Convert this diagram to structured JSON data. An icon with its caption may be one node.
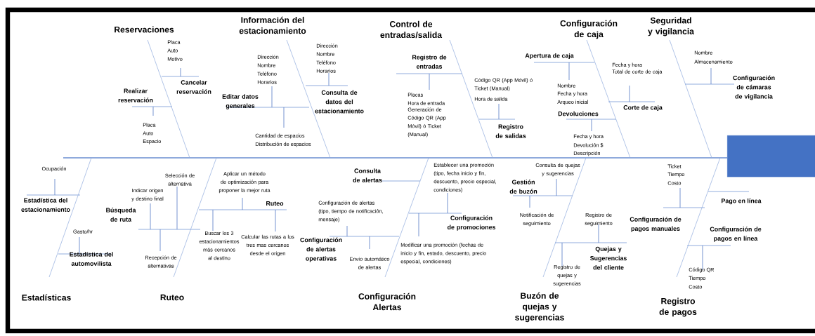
{
  "diagram": {
    "nodes": [
      {
        "text": [],
        "shape": "box"
      }
    ],
    "labels": [
      "Reservaciones",
      "Placa",
      "Auto",
      "Motivo",
      "Cancelar reservación",
      "Realizar reservación",
      "Placa",
      "Auto",
      "Espacio",
      "Información del estacionamiento",
      "Dirección",
      "Nombre",
      "Teléfono",
      "Horarios",
      "Dirección",
      "Nombre",
      "Teléfono",
      "Horarios",
      "Editar datos generales",
      "Consulta de datos del estacionamiento",
      "Cantidad de espacios",
      "Distribución de espacios",
      "Control de entradas/salida",
      "Registro de entradas",
      "Placas",
      "Hora de entrada",
      "Generación de Código QR (App Móvil) ó Ticket (Manual)",
      "Código QR (App Móvil) ó Ticket (Manual)",
      "Hora de salida",
      "Registro de salidas",
      "Configuración de caja",
      "Apertura de caja",
      "Nombre",
      "Fecha y hora",
      "Arqueo inicial",
      "Fecha y hora",
      "Total de corte de caja",
      "Devoluciones",
      "Corte de caja",
      "Fecha y hora",
      "Devolución $",
      "Descripción",
      "Seguridad y vigilancia",
      "Nombre",
      "Almacenamiento",
      "Configuración de cámaras de vigilancia",
      "Ocupación",
      "Estadística del estacionamiento",
      "Gasto/hr",
      "Estadística del automovilista",
      "Estadísticas",
      "Selección de alternativa",
      "Indicar origen y destino final",
      "Búsqueda de ruta",
      "Recepción de alternativas",
      "Ruteo",
      "Aplicar un método de optimización para proponer la mejor ruta",
      "Ruteo",
      "Buscar los 3 estacionamientos más cercanos al destino",
      "Calcular las rutas a los tres mas cercanos desde el origen",
      "Consulta de alertas",
      "Configuración de alertas (tipo, tiempo de notificación, mensaje)",
      "Configuración de alertas operativas",
      "Envío automático de alertas",
      "Configuración Alertas",
      "Establecer una promoción (tipo, fecha inicio y fin, descuento, precio especial, condiciones)",
      "Configuración de promociones",
      "Modificar una promoción (fechas de inicio y fin, estado, descuento, precio especial, condiciones)",
      "Consulta de quejas y sugerencias",
      "Gestión de buzón",
      "Notificación de seguimiento",
      "Registro de seguimiento",
      "Registro de quejas y sugerencias",
      "Quejas y Sugerencias del cliente",
      "Buzón de quejas y sugerencias",
      "Ticket",
      "Tiempo",
      "Costo",
      "Pago en línea",
      "Configuración de pagos manuales",
      "Configuración de pagos en línea",
      "Código QR",
      "Tiempo",
      "Costo",
      "Registro de pagos"
    ]
  }
}
